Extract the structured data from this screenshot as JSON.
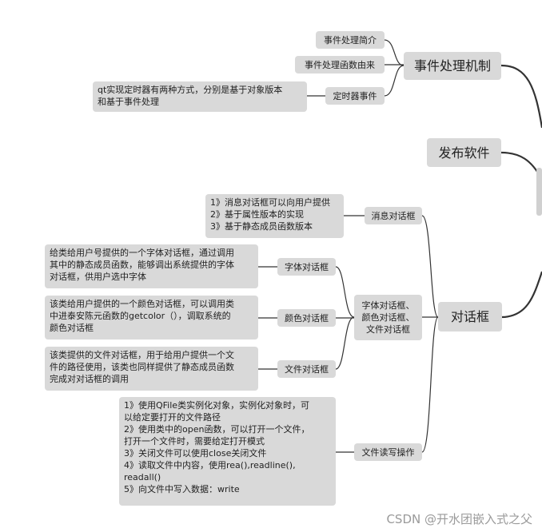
{
  "main_branches": {
    "events": "事件处理机制",
    "publish": "发布软件",
    "dialogs": "对话框"
  },
  "events_children": {
    "intro": "事件处理简介",
    "origin": "事件处理函数由来",
    "timer": "定时器事件",
    "timer_note": "qt实现定时器有两种方式，分别是基于对象版本\n和基于事件处理"
  },
  "dialog_children": {
    "message": "消息对话框",
    "message_note": "1》消息对话框可以向用户提供\n2》基于属性版本的实现\n3》基于静态成员函数版本",
    "group": "字体对话框、\n颜色对话框、\n文件对话框",
    "font": "字体对话框",
    "font_note": "给类给用户号提供的一个字体对话框，通过调用\n其中的静态成员函数，能够调出系统提供的字体\n对话框，供用户选中字体",
    "color": "颜色对话框",
    "color_note": "该类给用户提供的一个颜色对话框，可以调用类\n中进泰安陈元函数的getcolor（），调取系统的\n颜色对话框",
    "file": "文件对话框",
    "file_note": "该类提供的文件对话框，用于给用户提供一个文\n件的路径使用，该类也同样提供了静态成员函数\n完成对对话框的调用",
    "file_io": "文件读写操作",
    "file_io_note": "1》使用QFile类实例化对象，实例化对象时，可\n以给定要打开的文件路径\n2》使用类中的open函数，可以打开一个文件，\n打开一个文件时，需要给定打开模式\n3》关闭文件可以使用close关闭文件\n4》读取文件中内容，使用rea(),readline(),\nreadall()\n5》向文件中写入数据：write"
  },
  "watermark": "CSDN @开水团嵌入式之父"
}
